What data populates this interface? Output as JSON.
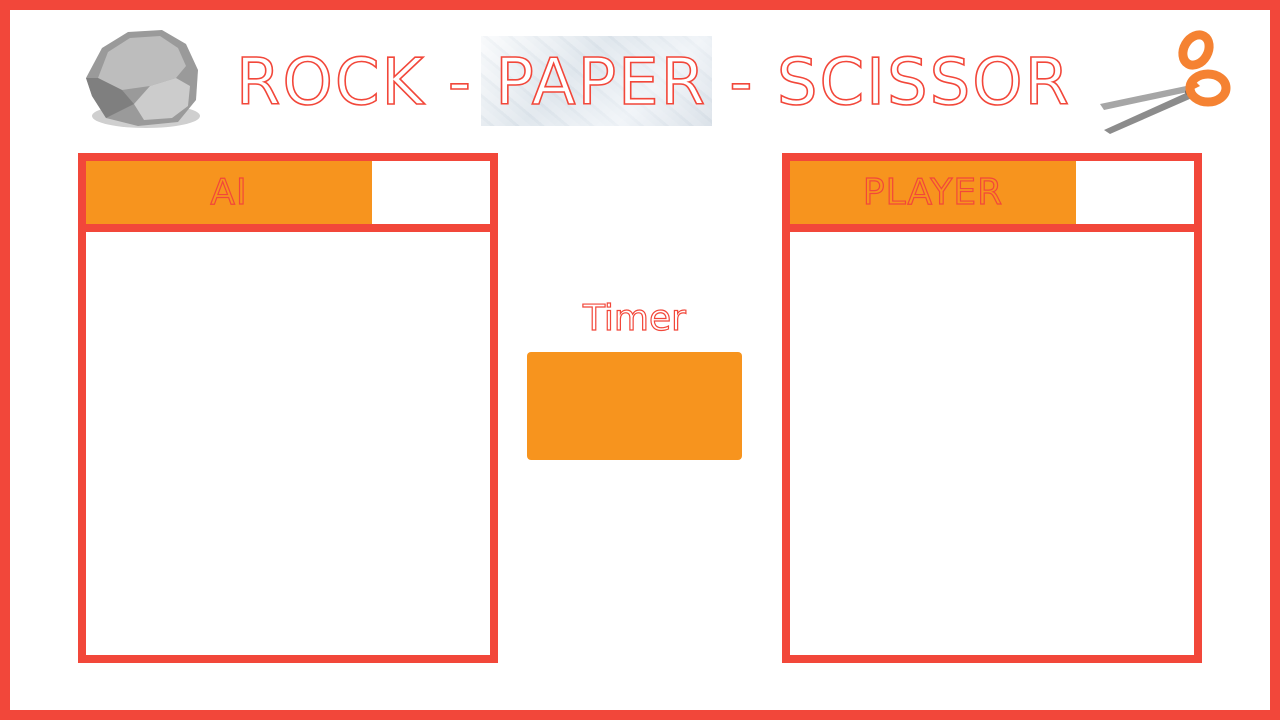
{
  "title": {
    "rock": "ROCK",
    "sep1": " - ",
    "paper": "PAPER",
    "sep2": " - ",
    "scissor": "SCISSOR"
  },
  "icons": {
    "left": "rock-icon",
    "right": "scissors-icon"
  },
  "ai_panel": {
    "label": "AI"
  },
  "player_panel": {
    "label": "PLAYER"
  },
  "timer": {
    "label": "Timer",
    "value": ""
  },
  "colors": {
    "border": "#f2473a",
    "accent": "#f7941e",
    "background": "#ffffff"
  }
}
